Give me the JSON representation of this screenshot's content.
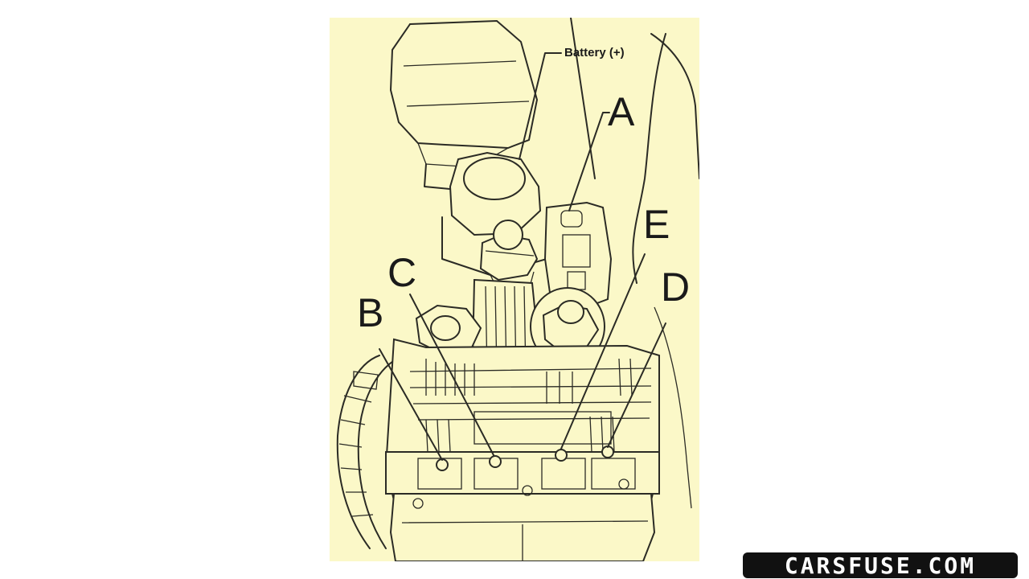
{
  "diagram": {
    "battery_label": "Battery (+)",
    "fuse_labels": {
      "A": "A",
      "B": "B",
      "C": "C",
      "D": "D",
      "E": "E"
    }
  },
  "watermark": {
    "text": "CARSFUSE.COM"
  },
  "colors": {
    "panel_background": "#fbf8c8",
    "line": "#2b2b25",
    "watermark_background": "#111111",
    "watermark_text": "#ffffff"
  }
}
